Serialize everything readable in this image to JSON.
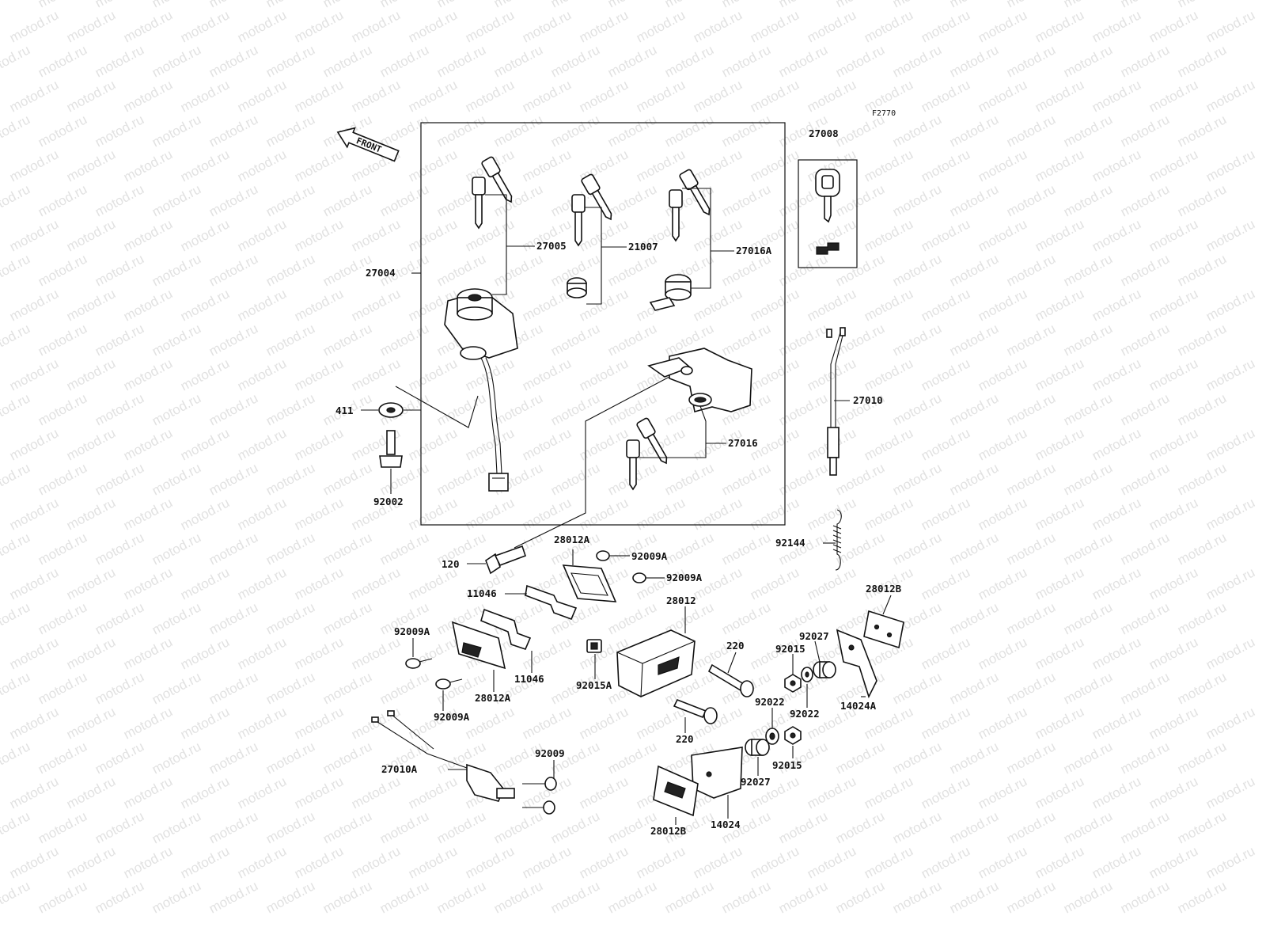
{
  "watermark": "motod.ru",
  "figure_code": "F2770",
  "front_label": "FRONT",
  "labels": {
    "p27008": "27008",
    "p27005": "27005",
    "p21007": "21007",
    "p27016A": "27016A",
    "p27004": "27004",
    "p27010": "27010",
    "p411": "411",
    "p27016": "27016",
    "p92002": "92002",
    "p92144": "92144",
    "p28012A_top": "28012A",
    "p92009A_1": "92009A",
    "p120": "120",
    "p92009A_2": "92009A",
    "p11046_1": "11046",
    "p28012B_right": "28012B",
    "p28012": "28012",
    "p92009A_left": "92009A",
    "p220_top": "220",
    "p92027_top": "92027",
    "p92015_top": "92015",
    "p11046_2": "11046",
    "p92015A": "92015A",
    "p28012A_bottom": "28012A",
    "p14024A": "14024A",
    "p92022_left": "92022",
    "p92022_right": "92022",
    "p92009A_bottom": "92009A",
    "p220_bottom": "220",
    "p92009": "92009",
    "p92015_bottom": "92015",
    "p27010A": "27010A",
    "p92027_bottom": "92027",
    "p28012B_bottom": "28012B",
    "p14024": "14024"
  }
}
